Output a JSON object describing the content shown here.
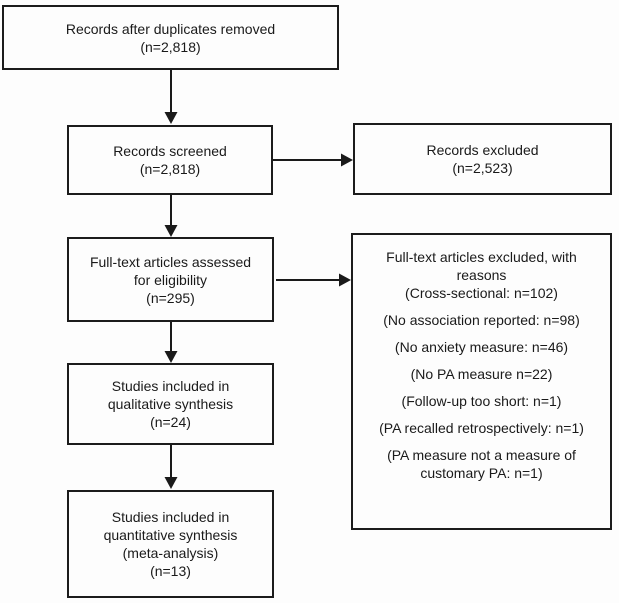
{
  "colors": {
    "box_border": "#1c1c1c",
    "text": "#1a1a1a",
    "background": "#fdfdfd",
    "arrow": "#1a1a1a"
  },
  "diagram": {
    "type": "flowchart",
    "boxes": {
      "duplicates_removed": {
        "lines": [
          "Records after duplicates removed",
          "(n=2,818)"
        ]
      },
      "records_screened": {
        "lines": [
          "Records screened",
          "(n=2,818)"
        ]
      },
      "records_excluded": {
        "lines": [
          "Records excluded",
          "(n=2,523)"
        ]
      },
      "fulltext_assessed": {
        "lines": [
          "Full-text articles assessed",
          "for eligibility",
          "(n=295)"
        ]
      },
      "fulltext_excluded": {
        "header": "Full-text articles excluded, with reasons",
        "reasons": [
          "(Cross-sectional: n=102)",
          "(No association reported: n=98)",
          "(No anxiety measure: n=46)",
          "(No PA measure n=22)",
          "(Follow-up too short: n=1)",
          "(PA recalled retrospectively: n=1)",
          "(PA measure not a measure of customary PA: n=1)"
        ]
      },
      "qualitative_synthesis": {
        "lines": [
          "Studies included in",
          "qualitative synthesis",
          "(n=24)"
        ]
      },
      "quantitative_synthesis": {
        "lines": [
          "Studies included in",
          "quantitative synthesis",
          "(meta-analysis)",
          "(n=13)"
        ]
      }
    }
  }
}
